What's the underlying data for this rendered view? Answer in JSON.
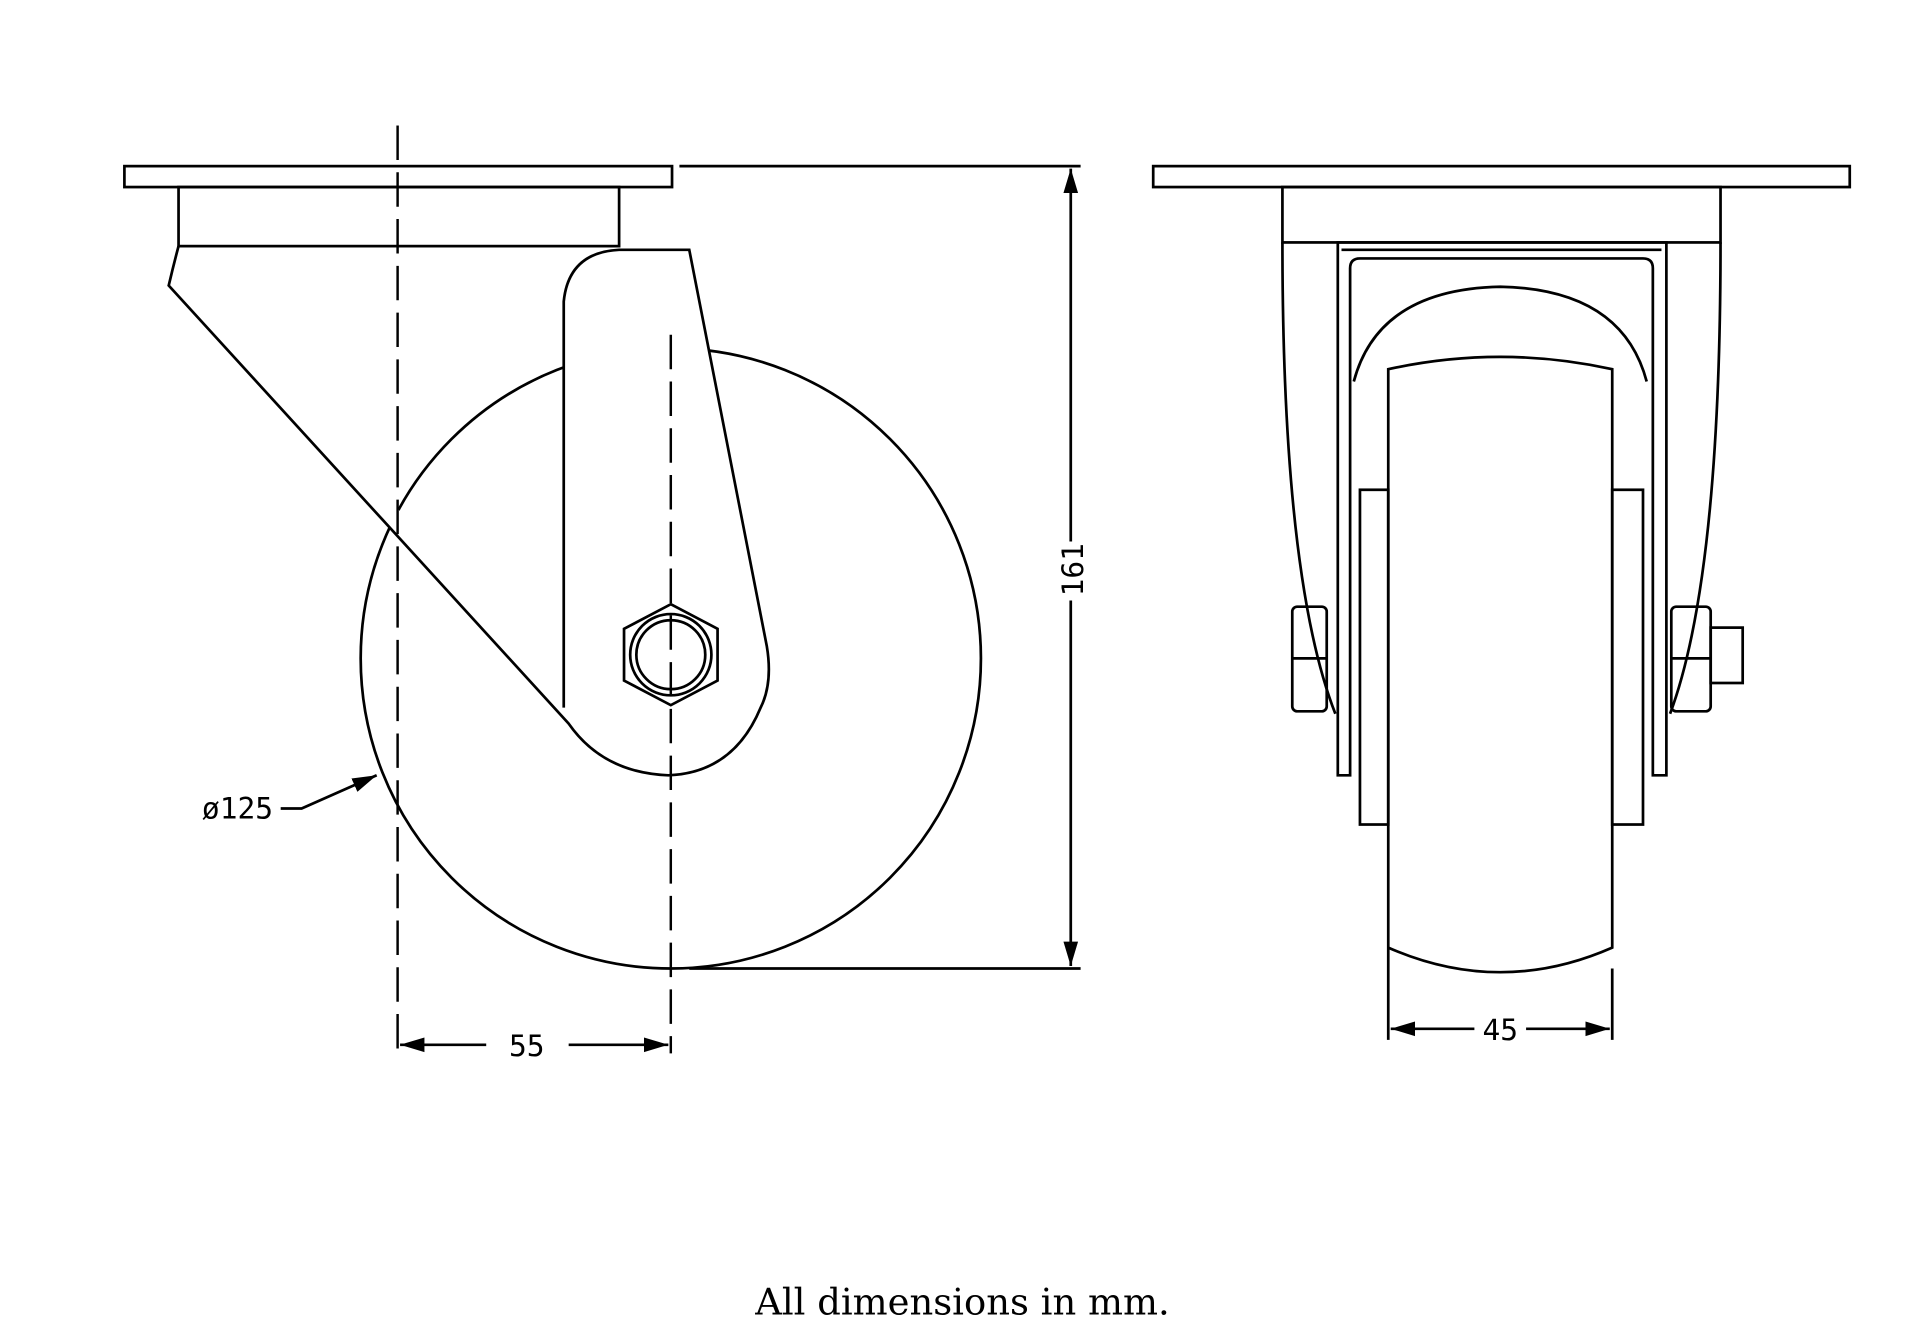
{
  "drawing": {
    "title": "Swivel castor technical drawing",
    "dimensions": {
      "wheel_diameter": "ø125",
      "offset": "55",
      "overall_height": "161",
      "wheel_width": "45"
    },
    "note": "All dimensions in mm.",
    "line_color": "#000000",
    "background": "#ffffff"
  }
}
